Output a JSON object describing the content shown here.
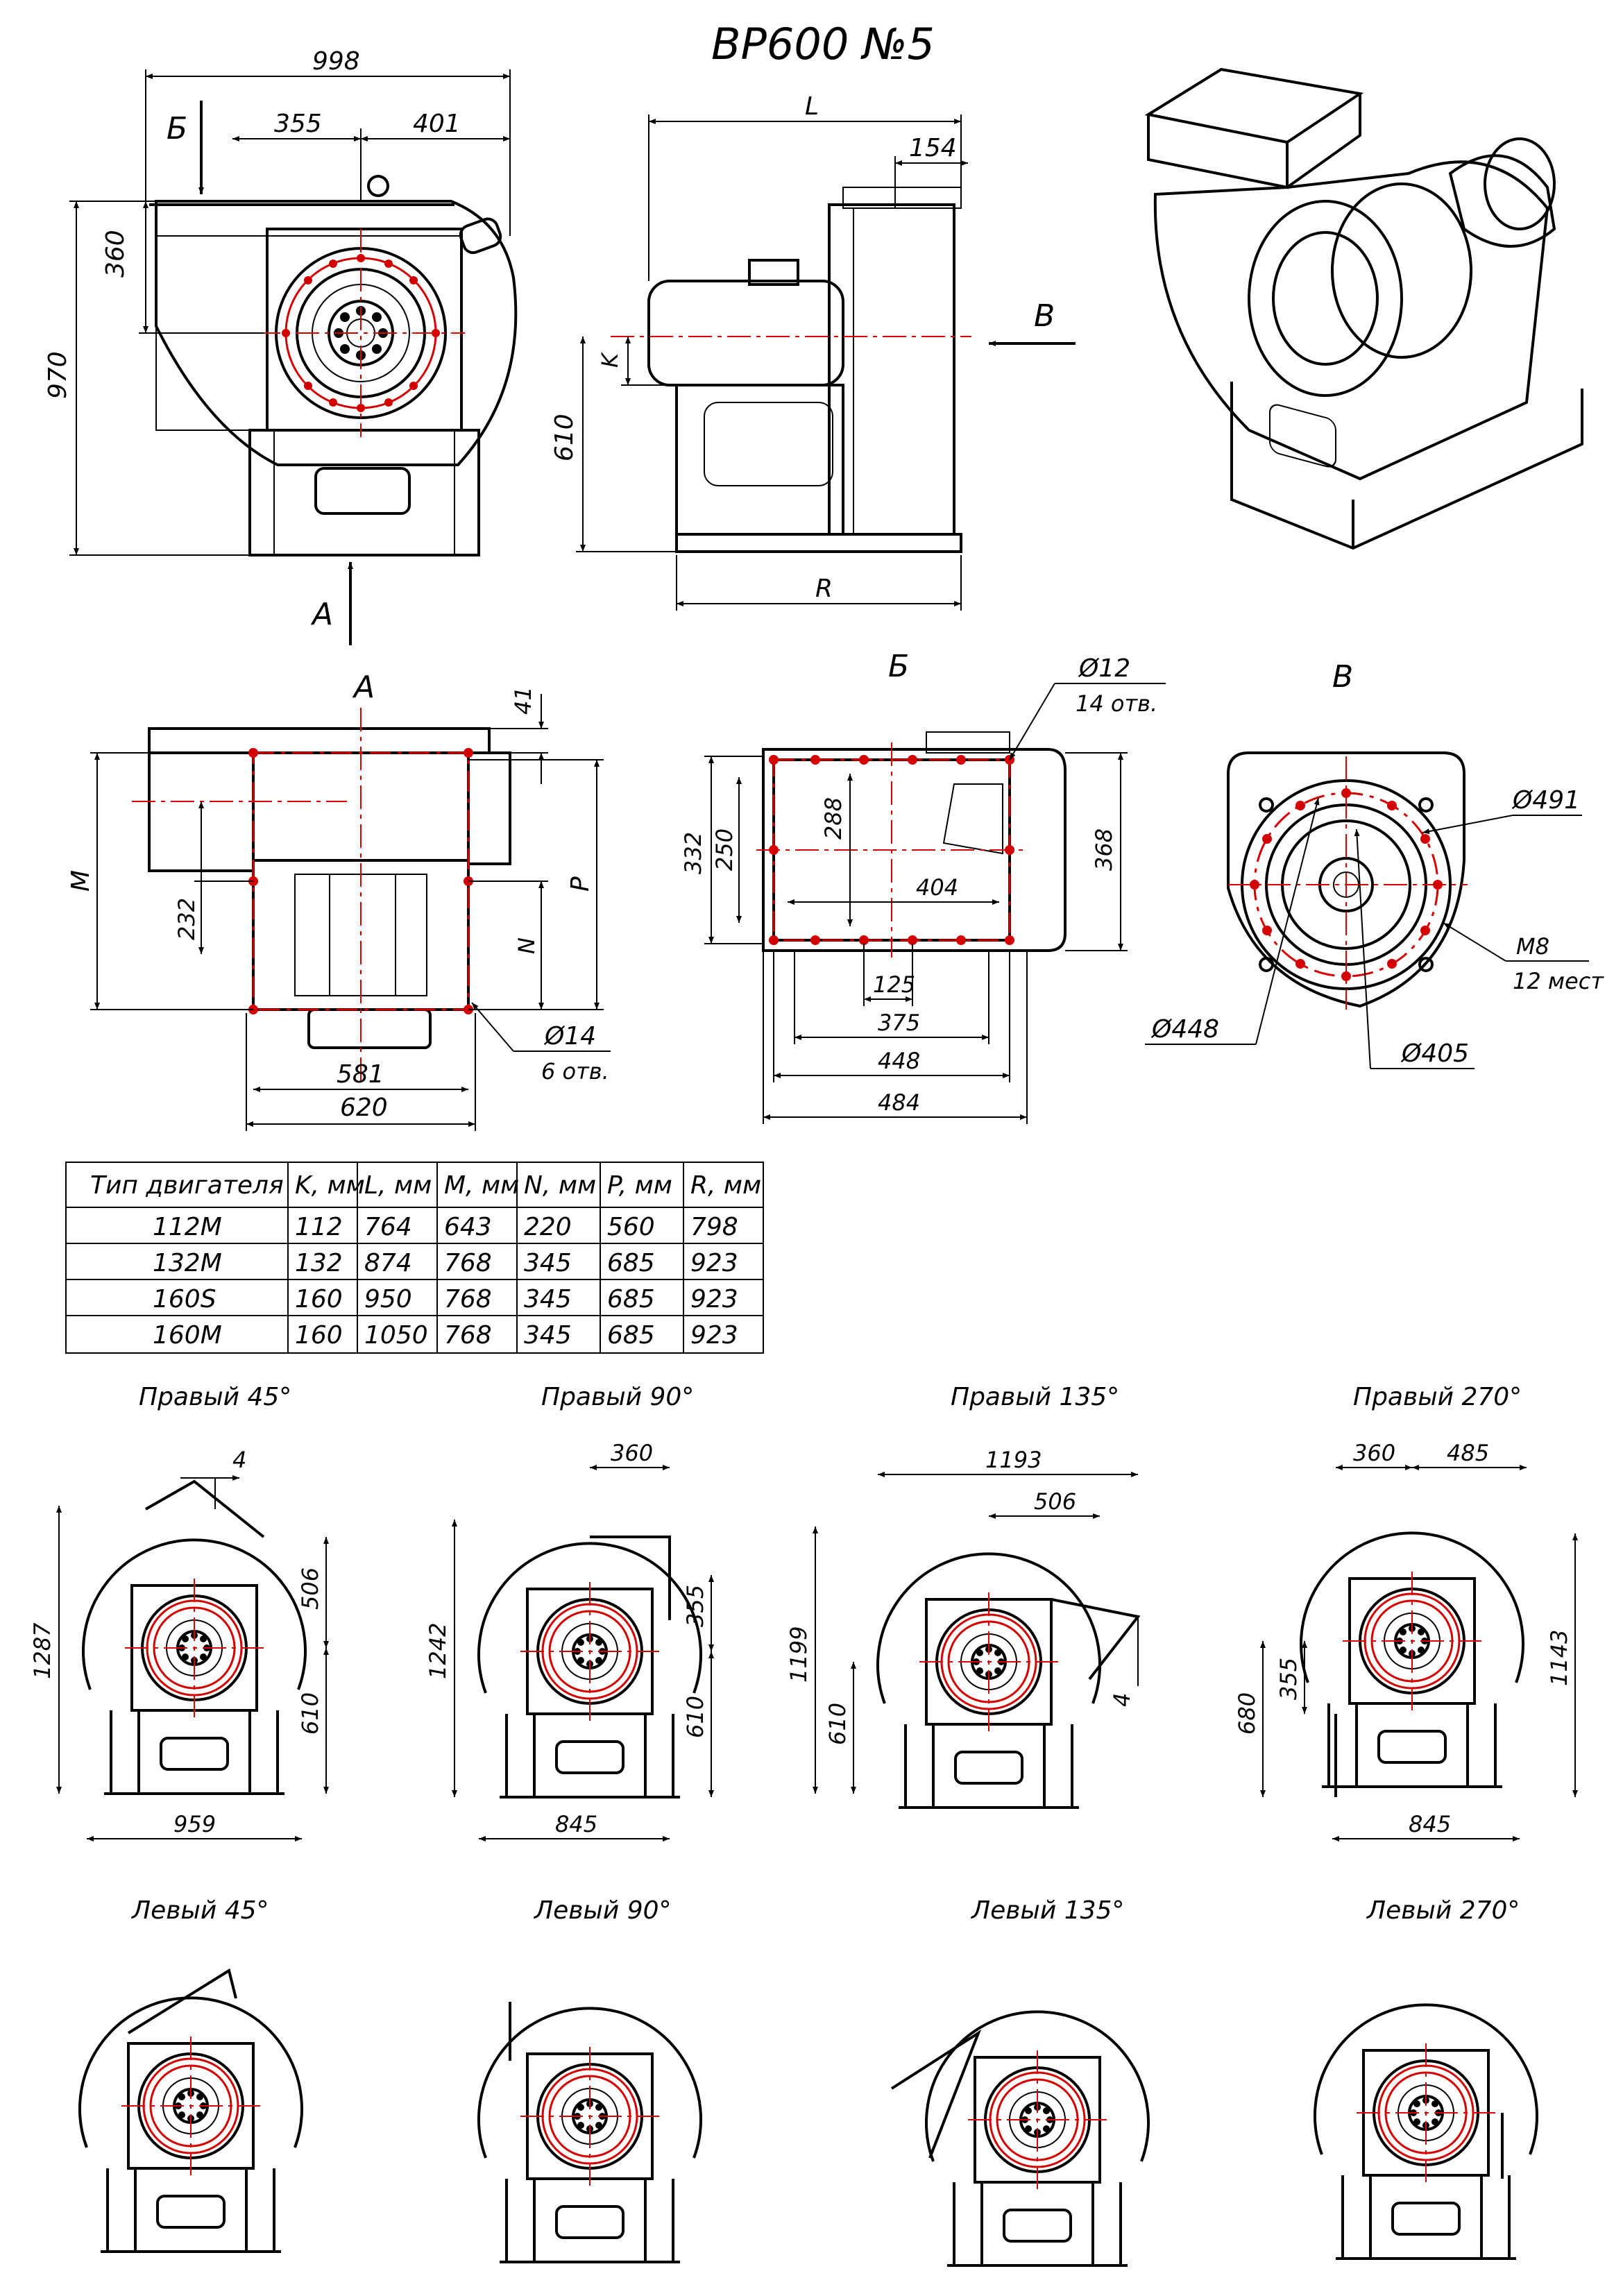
{
  "title": "ВР600 №5",
  "views": {
    "front": {
      "d998": "998",
      "d355": "355",
      "d401": "401",
      "d360": "360",
      "d970": "970",
      "arrow_b": "Б",
      "arrow_a": "А"
    },
    "side": {
      "L": "L",
      "d154": "154",
      "K": "K",
      "d610": "610",
      "R": "R",
      "arrow_v": "В"
    },
    "view_a": {
      "label": "А",
      "d41": "41",
      "M": "M",
      "P": "P",
      "d232": "232",
      "N": "N",
      "d14": "Ø14",
      "holes": "6 отв.",
      "d581": "581",
      "d620": "620"
    },
    "view_b": {
      "label": "Б",
      "d12": "Ø12",
      "holes": "14 отв.",
      "d332": "332",
      "d250": "250",
      "d288": "288",
      "d404": "404",
      "d368": "368",
      "d125": "125",
      "d375": "375",
      "d448": "448",
      "d484": "484"
    },
    "view_v": {
      "label": "В",
      "d491": "Ø491",
      "m8": "M8",
      "places": "12 мест",
      "d448": "Ø448",
      "d405": "Ø405"
    }
  },
  "table": {
    "headers": [
      "Тип двигателя",
      "K, мм",
      "L, мм",
      "M, мм",
      "N, мм",
      "P, мм",
      "R, мм"
    ],
    "rows": [
      [
        "112M",
        "112",
        "764",
        "643",
        "220",
        "560",
        "798"
      ],
      [
        "132M",
        "132",
        "874",
        "768",
        "345",
        "685",
        "923"
      ],
      [
        "160S",
        "160",
        "950",
        "768",
        "345",
        "685",
        "923"
      ],
      [
        "160M",
        "160",
        "1050",
        "768",
        "345",
        "685",
        "923"
      ]
    ]
  },
  "positions": {
    "right": [
      {
        "label": "Правый 45°",
        "dims": [
          "4",
          "506",
          "1287",
          "610",
          "959"
        ]
      },
      {
        "label": "Правый 90°",
        "dims": [
          "360",
          "355",
          "1242",
          "610",
          "845"
        ]
      },
      {
        "label": "Правый 135°",
        "dims": [
          "1193",
          "506",
          "1199",
          "610",
          "4"
        ]
      },
      {
        "label": "Правый 270°",
        "dims": [
          "360",
          "485",
          "1143",
          "680",
          "355",
          "845"
        ]
      }
    ],
    "left": [
      {
        "label": "Левый 45°"
      },
      {
        "label": "Левый 90°"
      },
      {
        "label": "Левый 135°"
      },
      {
        "label": "Левый 270°"
      }
    ]
  }
}
